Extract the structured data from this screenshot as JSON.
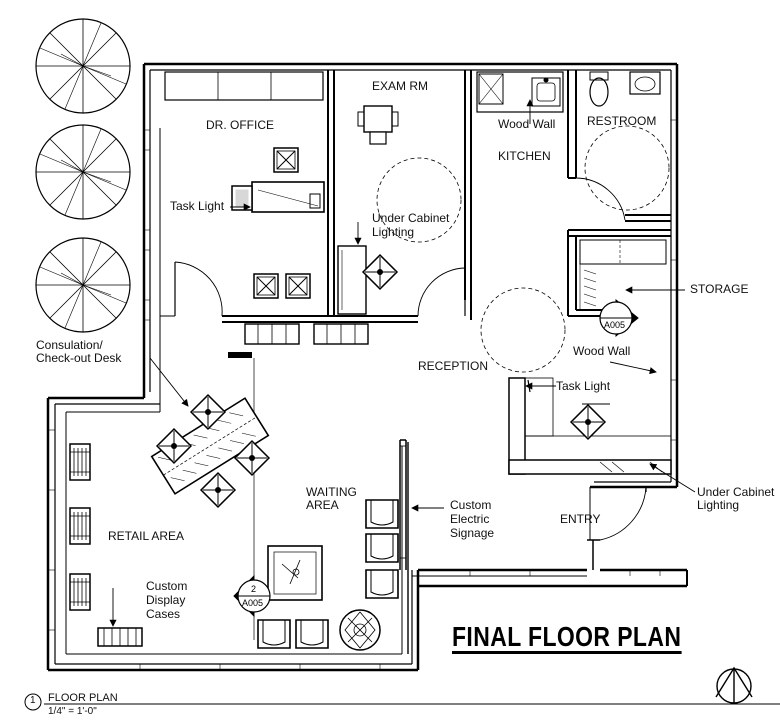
{
  "rooms": {
    "dr_office": "DR. OFFICE",
    "exam_rm": "EXAM RM",
    "kitchen": "KITCHEN",
    "restroom": "RESTROOM",
    "storage": "STORAGE",
    "reception": "RECEPTION",
    "waiting_area_1": "WAITING",
    "waiting_area_2": "AREA",
    "retail_area": "RETAIL AREA",
    "entry": "ENTRY"
  },
  "notes": {
    "task_light_office": "Task Light",
    "under_cabinet_1a": "Under Cabinet",
    "under_cabinet_1b": "Lighting",
    "wood_wall_kitchen": "Wood Wall",
    "wood_wall_reception": "Wood Wall",
    "task_light_reception": "Task Light",
    "consultation_1": "Consulation/",
    "consultation_2": "Check-out Desk",
    "custom_signage_1": "Custom",
    "custom_signage_2": "Electric",
    "custom_signage_3": "Signage",
    "under_cabinet_2a": "Under Cabinet",
    "under_cabinet_2b": "Lighting",
    "display_1": "Custom",
    "display_2": "Display",
    "display_3": "Cases"
  },
  "section_markers": [
    {
      "number": "",
      "sheet": "A005"
    },
    {
      "number": "2",
      "sheet": "A005"
    }
  ],
  "title": "FINAL FLOOR PLAN",
  "drawing_caption": {
    "number": "1",
    "name": "FLOOR PLAN",
    "scale": "1/4\" = 1'-0\""
  }
}
